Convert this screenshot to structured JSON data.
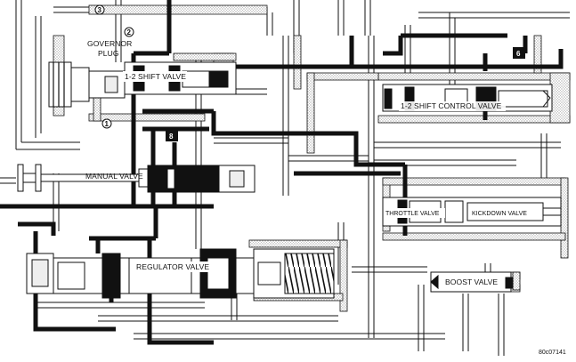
{
  "diagram": {
    "labels": {
      "governor_plug_line1": "GOVERNOR",
      "governor_plug_line2": "PLUG",
      "shift_valve_12": "1-2 SHIFT VALVE",
      "shift_control_valve_12": "1-2 SHIFT CONTROL VALVE",
      "manual_valve": "MANUAL VALVE",
      "throttle_valve": "THROTTLE VALVE",
      "kickdown_valve": "KICKDOWN VALVE",
      "regulator_valve": "REGULATOR VALVE",
      "boost_valve": "BOOST VALVE"
    },
    "callouts": {
      "c1": "1",
      "c2": "2",
      "c3": "3",
      "c6": "6",
      "c8": "8"
    },
    "figure_code": "80c07141",
    "colors": {
      "line": "#111111",
      "pressure_fill": "#111111",
      "stipple": "#bdbdbd",
      "background": "#ffffff"
    }
  }
}
